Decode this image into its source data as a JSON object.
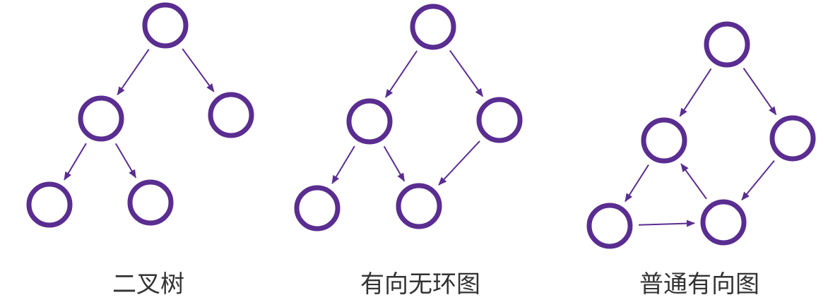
{
  "colors": {
    "node_stroke": "#5a2d91",
    "node_fill": "#ffffff",
    "edge": "#5a2d91",
    "text": "#333333"
  },
  "diagrams": [
    {
      "id": "binary-tree",
      "caption": "二叉树",
      "nodes": [
        "root",
        "left",
        "right",
        "left-left",
        "left-right"
      ],
      "edges": [
        [
          "root",
          "left"
        ],
        [
          "root",
          "right"
        ],
        [
          "left",
          "left-left"
        ],
        [
          "left",
          "left-right"
        ]
      ]
    },
    {
      "id": "dag",
      "caption": "有向无环图",
      "nodes": [
        "root",
        "left",
        "right",
        "bottom-left",
        "bottom-right"
      ],
      "edges": [
        [
          "root",
          "left"
        ],
        [
          "root",
          "right"
        ],
        [
          "left",
          "bottom-left"
        ],
        [
          "left",
          "bottom-right"
        ],
        [
          "right",
          "bottom-right"
        ]
      ]
    },
    {
      "id": "digraph",
      "caption": "普通有向图",
      "nodes": [
        "root",
        "left",
        "right",
        "bottom-left",
        "bottom-right"
      ],
      "edges": [
        [
          "root",
          "left"
        ],
        [
          "root",
          "right"
        ],
        [
          "left",
          "bottom-left"
        ],
        [
          "bottom-left",
          "bottom-right"
        ],
        [
          "bottom-right",
          "left"
        ],
        [
          "right",
          "bottom-right"
        ]
      ]
    }
  ]
}
